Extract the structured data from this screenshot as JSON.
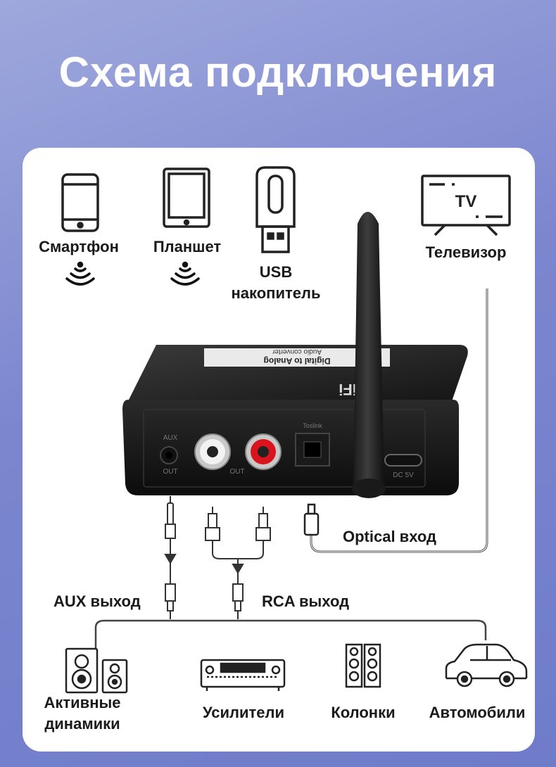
{
  "title": "Схема подключения",
  "sources": {
    "smartphone": "Смартфон",
    "tablet": "Планшет",
    "usb_line1": "USB",
    "usb_line2": "накопитель",
    "tv": "Телевизор",
    "tv_screen_text": "TV"
  },
  "device": {
    "top_label_1": "Digital to Analog",
    "top_label_2": "Audio converter",
    "brand": "HiFi",
    "port_aux": "AUX",
    "port_aux_out": "OUT",
    "port_rca_out": "OUT",
    "port_toslink": "Toslink",
    "port_dc": "DC 5V"
  },
  "cables": {
    "optical": "Optical вход",
    "aux": "AUX выход",
    "rca": "RCA выход"
  },
  "outputs": {
    "active_speakers_line1": "Активные",
    "active_speakers_line2": "динамики",
    "amplifiers": "Усилители",
    "speakers": "Колонки",
    "cars": "Автомобили"
  }
}
